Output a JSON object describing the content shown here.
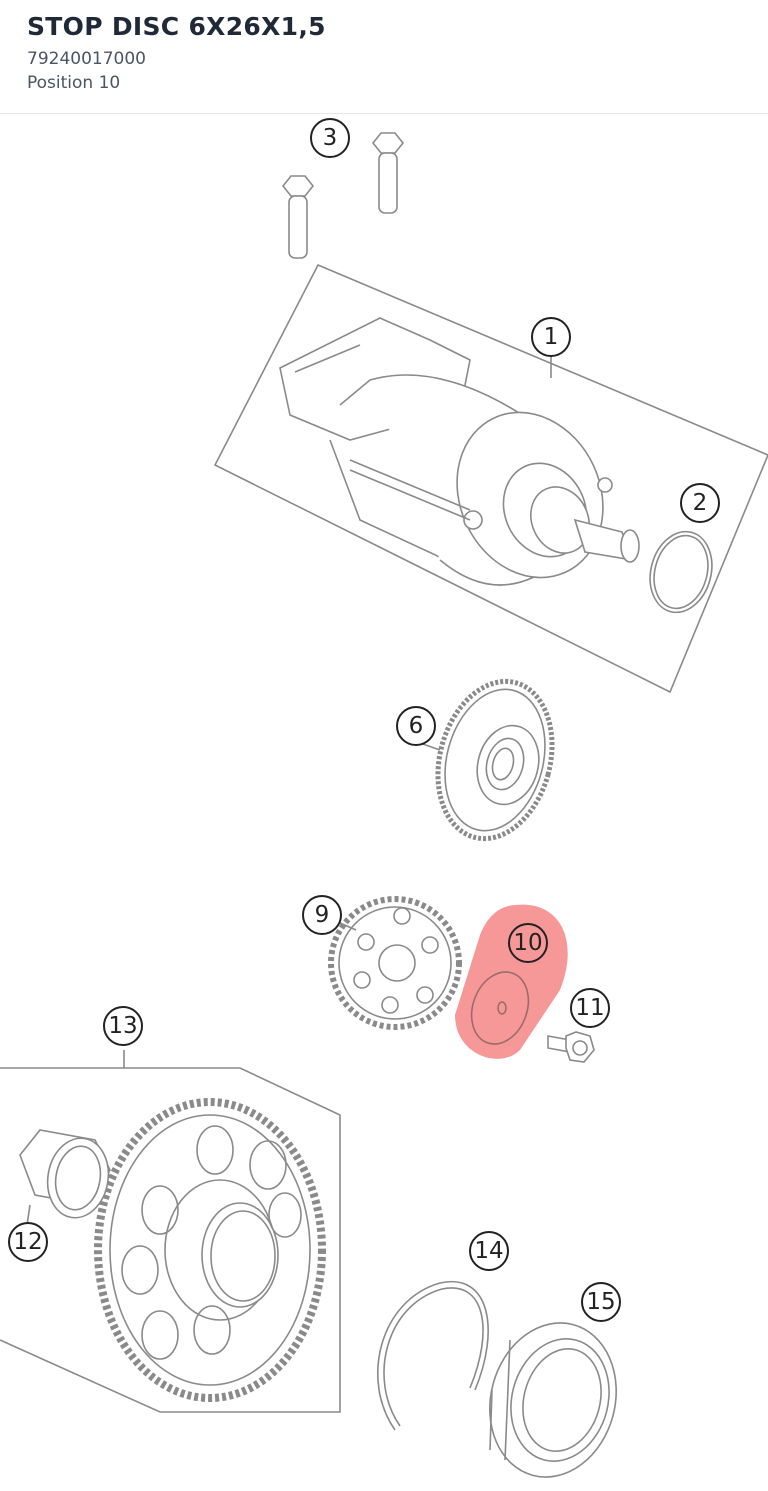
{
  "header": {
    "title": "STOP DISC 6X26X1,5",
    "part_number": "79240017000",
    "position_label": "Position 10"
  },
  "diagram": {
    "callouts": [
      {
        "number": "1"
      },
      {
        "number": "2"
      },
      {
        "number": "3"
      },
      {
        "number": "6"
      },
      {
        "number": "9"
      },
      {
        "number": "10",
        "highlighted": true
      },
      {
        "number": "11"
      },
      {
        "number": "12"
      },
      {
        "number": "13"
      },
      {
        "number": "14"
      },
      {
        "number": "15"
      }
    ],
    "highlight_color": "#ef4444"
  }
}
